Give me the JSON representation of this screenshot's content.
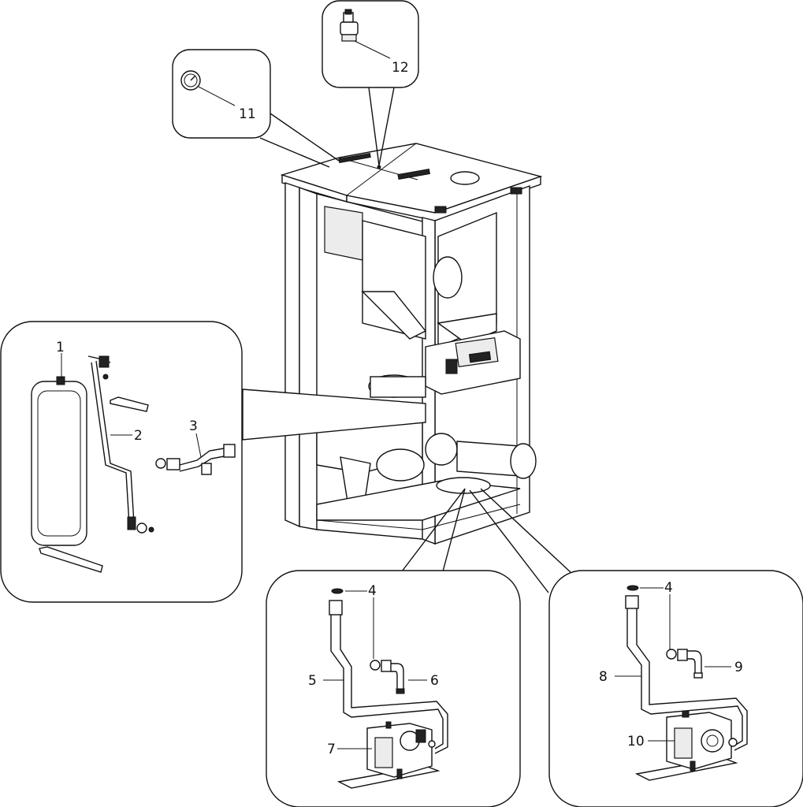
{
  "callouts": {
    "c1": "1",
    "c2": "2",
    "c3": "3",
    "c4a": "4",
    "c4b": "4",
    "c5": "5",
    "c6": "6",
    "c7": "7",
    "c8": "8",
    "c9": "9",
    "c10": "10",
    "c11": "11",
    "c12": "12"
  }
}
